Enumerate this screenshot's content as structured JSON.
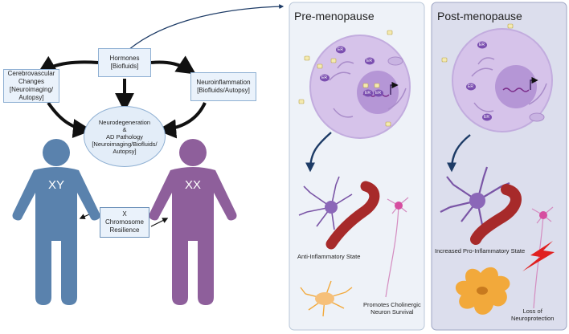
{
  "left": {
    "hormones": "Hormones\n[Biofluids]",
    "cerebrovascular": "Cerebrovascular\nChanges\n[Neuroimaging/\nAutopsy]",
    "neuroinflammation": "Neuroinflammation\n[Biofluids/Autopsy]",
    "neurodegeneration": "Neurodegeneration\n&\nAD Pathology\n[Neuroimaging/Biofluids/\nAutopsy]",
    "x_resilience": "X\nChromosome\nResilience",
    "xy": "XY",
    "xx": "XX"
  },
  "pre": {
    "title": "Pre-menopause",
    "er_label": "ER",
    "anti_inflammatory": "Anti-Inflammatory State",
    "cholinergic": "Promotes Cholinergic\nNeuron Survival"
  },
  "post": {
    "title": "Post-menopause",
    "er_label": "ER",
    "pro_inflammatory": "Increased Pro-Inflammatory State",
    "loss": "Loss of\nNeuroprotection"
  },
  "colors": {
    "male_figure": "#5a82ad",
    "female_figure": "#8e5f9b",
    "pre_panel": "#eef2f8",
    "post_panel": "#dcdeed",
    "cell": "#d6c3ea",
    "nucleus": "#b596d6",
    "er": "#7b4fb0",
    "arrow_blue": "#1d3b66",
    "lightning": "#e02020",
    "microglia": "#f2a93b"
  }
}
